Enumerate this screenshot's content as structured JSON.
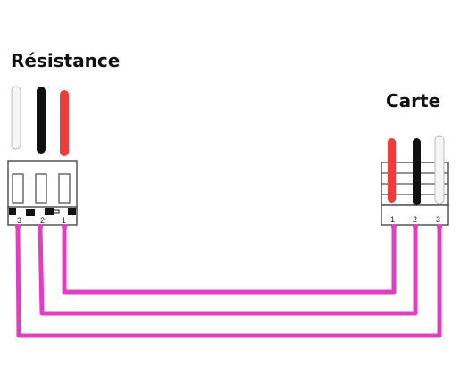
{
  "labels": {
    "resistance": "Résistance",
    "carte": "Carte"
  },
  "resistance_connector": {
    "pin_numbers": [
      "3",
      "2",
      "1"
    ],
    "wire_colors": [
      "#f5f5f5",
      "#111111",
      "#ee3b3b"
    ]
  },
  "carte_connector": {
    "pin_numbers": [
      "1",
      "2",
      "3"
    ],
    "wire_colors": [
      "#ee3b3b",
      "#111111",
      "#f5f5f5"
    ]
  },
  "connection_color": "#e040c0"
}
